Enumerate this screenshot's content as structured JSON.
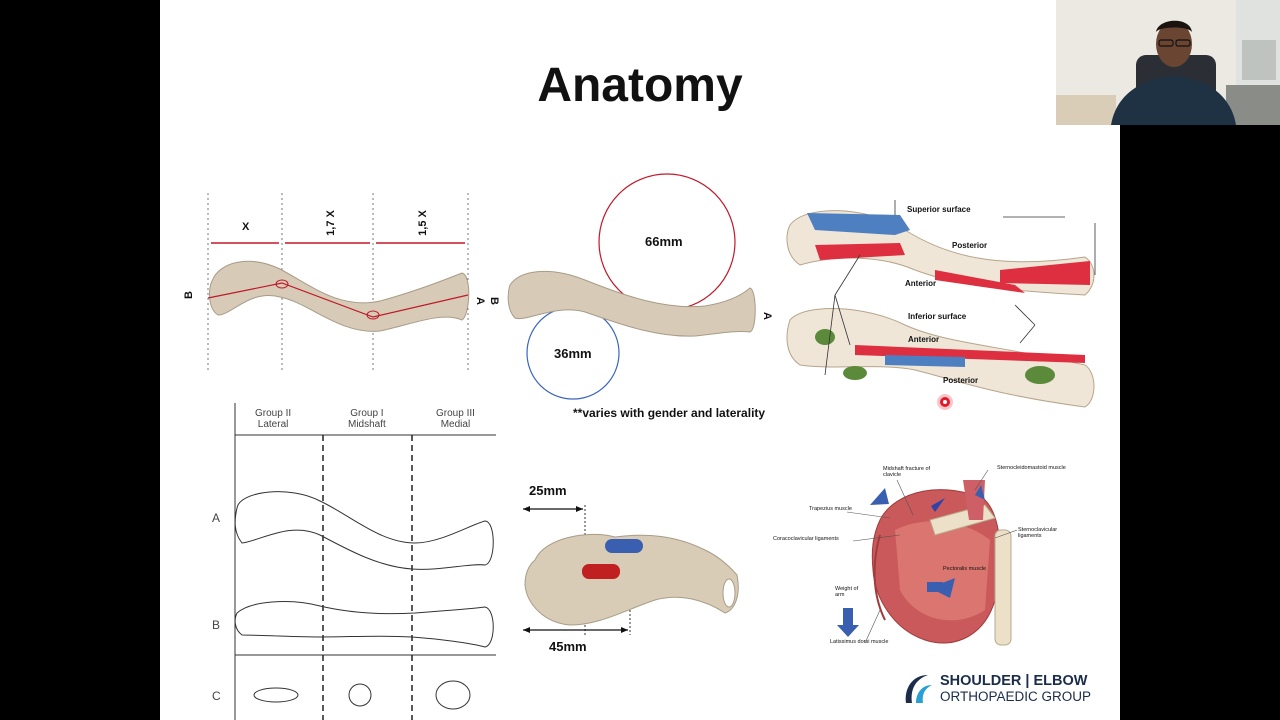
{
  "slide": {
    "title": "Anatomy",
    "panel1": {
      "dim_x": "X",
      "dim_17x": "1,7 X",
      "dim_15x": "1,5 X",
      "end_b": "B",
      "end_a": "A",
      "end_b2": "B"
    },
    "panel2": {
      "circle_large": "66mm",
      "circle_small": "36mm",
      "end_a": "A",
      "note": "**varies with gender and laterality"
    },
    "panel3": {
      "superior_surface": "Superior surface",
      "posterior_top": "Posterior",
      "anterior_top": "Anterior",
      "inferior_surface": "Inferior surface",
      "anterior_bottom": "Anterior",
      "posterior_bottom": "Posterior"
    },
    "panel4": {
      "groups": [
        {
          "line1": "Group II",
          "line2": "Lateral"
        },
        {
          "line1": "Group I",
          "line2": "Midshaft"
        },
        {
          "line1": "Group III",
          "line2": "Medial"
        }
      ],
      "rows": [
        "A",
        "B",
        "C"
      ]
    },
    "panel5": {
      "dim_top": "25mm",
      "dim_bottom": "45mm"
    },
    "panel6": {
      "midshaft_fracture": "Midshaft fracture of clavicle",
      "sternocleidomastoid": "Sternocleidomastoid muscle",
      "trapezius": "Trapezius muscle",
      "coracoclavicular": "Coracoclavicular ligaments",
      "sternoclavicular": "Sternoclavicular ligaments",
      "pectoralis": "Pectoralis muscle",
      "weight_of_arm": "Weight of arm",
      "latissimus": "Latissimus dorsi muscle"
    },
    "logo": {
      "line1": "SHOULDER | ELBOW",
      "line2": "ORTHOPAEDIC GROUP"
    }
  },
  "colors": {
    "bone": "#d7cbb7",
    "red_marker": "#e02020",
    "blue_marker": "#3a5fb0",
    "dimension_red": "#c0182a"
  }
}
